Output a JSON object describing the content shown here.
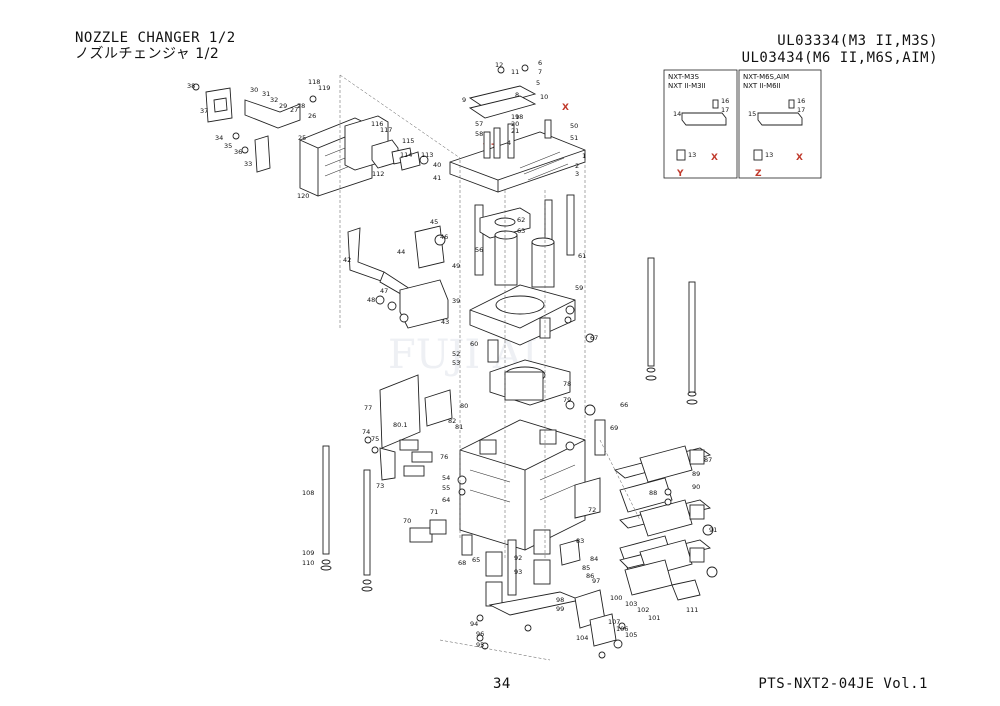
{
  "header": {
    "title_en": "NOZZLE CHANGER  1/2",
    "title_jp": "ノズルチェンジャ  1/2",
    "code_line1": "UL03334(M3 II,M3S)",
    "code_line2": "UL03434(M6 II,M6S,AIM)"
  },
  "inset": {
    "box1_line1": "NXT-M3S",
    "box1_line2": "NXT II-M3II",
    "box2_line1": "NXT-M6S,AIM",
    "box2_line2": "NXT II-M6II",
    "box1_labels": [
      "14",
      "16",
      "17",
      "13"
    ],
    "box2_labels": [
      "15",
      "16",
      "17",
      "13"
    ],
    "box1_mark_y": "Y",
    "box1_mark_x": "X",
    "box2_mark_z": "Z",
    "box2_mark_x": "X"
  },
  "markers": {
    "x": "X",
    "y": "Y",
    "z": "Z"
  },
  "footer": {
    "page_number": "34",
    "doc_ref": "PTS-NXT2-04JE  Vol.1"
  },
  "watermark": "FUJI AI",
  "part_labels": [
    "1",
    "2",
    "3",
    "4",
    "5",
    "6",
    "7",
    "8",
    "9",
    "10",
    "11",
    "12",
    "18",
    "19",
    "20",
    "21",
    "25",
    "26",
    "27",
    "28",
    "29",
    "30",
    "31",
    "32",
    "33",
    "34",
    "35",
    "36",
    "37",
    "38",
    "39",
    "40",
    "41",
    "42",
    "43",
    "44",
    "45",
    "46",
    "47",
    "48",
    "49",
    "50",
    "51",
    "52",
    "53",
    "54",
    "55",
    "56",
    "57",
    "58",
    "59",
    "60",
    "61",
    "62",
    "63",
    "64",
    "65",
    "66",
    "67",
    "68",
    "69",
    "70",
    "71",
    "72",
    "73",
    "74",
    "75",
    "76",
    "77",
    "78",
    "79",
    "80",
    "80.1",
    "81",
    "82",
    "83",
    "84",
    "85",
    "86",
    "87",
    "88",
    "89",
    "90",
    "91",
    "92",
    "93",
    "94",
    "95",
    "96",
    "97",
    "98",
    "99",
    "100",
    "101",
    "102",
    "103",
    "104",
    "105",
    "106",
    "107",
    "108",
    "109",
    "110",
    "111",
    "112",
    "113",
    "114",
    "115",
    "116",
    "117",
    "118",
    "119",
    "120"
  ]
}
